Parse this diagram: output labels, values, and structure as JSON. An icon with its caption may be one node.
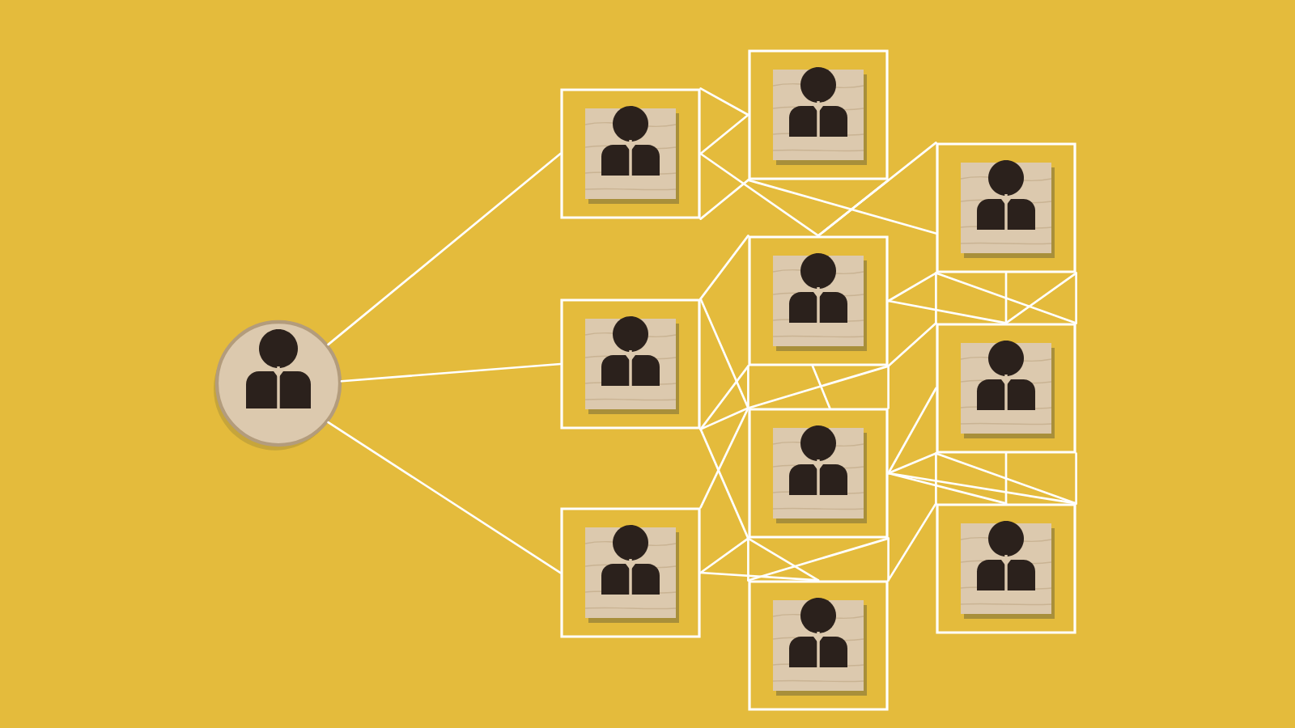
{
  "diagram": {
    "nodes": [
      {
        "text": [],
        "shape": "circle"
      },
      {
        "text": [],
        "shape": "box"
      },
      {
        "text": [],
        "shape": "box"
      },
      {
        "text": [],
        "shape": "box"
      },
      {
        "text": [],
        "shape": "box"
      },
      {
        "text": [],
        "shape": "box"
      },
      {
        "text": [],
        "shape": "box"
      },
      {
        "text": [],
        "shape": "box"
      },
      {
        "text": [],
        "shape": "box"
      },
      {
        "text": [],
        "shape": "box"
      },
      {
        "text": [],
        "shape": "box"
      }
    ],
    "edges": [
      {
        "from": 0,
        "to": 1,
        "arrow": "none"
      },
      {
        "from": 0,
        "to": 2,
        "arrow": "none"
      },
      {
        "from": 0,
        "to": 3,
        "arrow": "none"
      },
      {
        "from": 1,
        "to": 4,
        "arrow": "none"
      },
      {
        "from": 1,
        "to": 4,
        "arrow": "none"
      },
      {
        "from": 1,
        "to": 4,
        "arrow": "none"
      },
      {
        "from": 1,
        "to": 5,
        "arrow": "none"
      },
      {
        "from": 4,
        "to": 8,
        "arrow": "none"
      },
      {
        "from": 4,
        "to": 5,
        "arrow": "none"
      },
      {
        "from": 5,
        "to": 8,
        "arrow": "none"
      },
      {
        "from": 5,
        "to": 8,
        "arrow": "none"
      },
      {
        "from": 5,
        "to": 9,
        "arrow": "none"
      },
      {
        "from": 8,
        "to": 9,
        "arrow": "none"
      },
      {
        "from": 8,
        "to": 9,
        "arrow": "none"
      },
      {
        "from": 8,
        "to": 9,
        "arrow": "none"
      },
      {
        "from": 8,
        "to": 9,
        "arrow": "none"
      },
      {
        "from": 8,
        "to": 9,
        "arrow": "none"
      },
      {
        "from": 5,
        "to": 9,
        "arrow": "none"
      },
      {
        "from": 2,
        "to": 5,
        "arrow": "none"
      },
      {
        "from": 2,
        "to": 6,
        "arrow": "none"
      },
      {
        "from": 2,
        "to": 6,
        "arrow": "none"
      },
      {
        "from": 3,
        "to": 6,
        "arrow": "none"
      },
      {
        "from": 3,
        "to": 6,
        "arrow": "none"
      },
      {
        "from": 3,
        "to": 7,
        "arrow": "none"
      },
      {
        "from": 2,
        "to": 5,
        "arrow": "none"
      },
      {
        "from": 2,
        "to": 6,
        "arrow": "none"
      },
      {
        "from": 5,
        "to": 6,
        "arrow": "none"
      },
      {
        "from": 5,
        "to": 6,
        "arrow": "none"
      },
      {
        "from": 5,
        "to": 6,
        "arrow": "none"
      },
      {
        "from": 5,
        "to": 6,
        "arrow": "none"
      },
      {
        "from": 6,
        "to": 7,
        "arrow": "none"
      },
      {
        "from": 6,
        "to": 7,
        "arrow": "none"
      },
      {
        "from": 6,
        "to": 7,
        "arrow": "none"
      },
      {
        "from": 6,
        "to": 7,
        "arrow": "none"
      },
      {
        "from": 6,
        "to": 9,
        "arrow": "none"
      },
      {
        "from": 6,
        "to": 9,
        "arrow": "none"
      },
      {
        "from": 6,
        "to": 10,
        "arrow": "none"
      },
      {
        "from": 6,
        "to": 10,
        "arrow": "none"
      },
      {
        "from": 9,
        "to": 10,
        "arrow": "none"
      },
      {
        "from": 9,
        "to": 10,
        "arrow": "none"
      },
      {
        "from": 9,
        "to": 10,
        "arrow": "none"
      },
      {
        "from": 9,
        "to": 10,
        "arrow": "none"
      },
      {
        "from": 7,
        "to": 10,
        "arrow": "none"
      }
    ]
  }
}
